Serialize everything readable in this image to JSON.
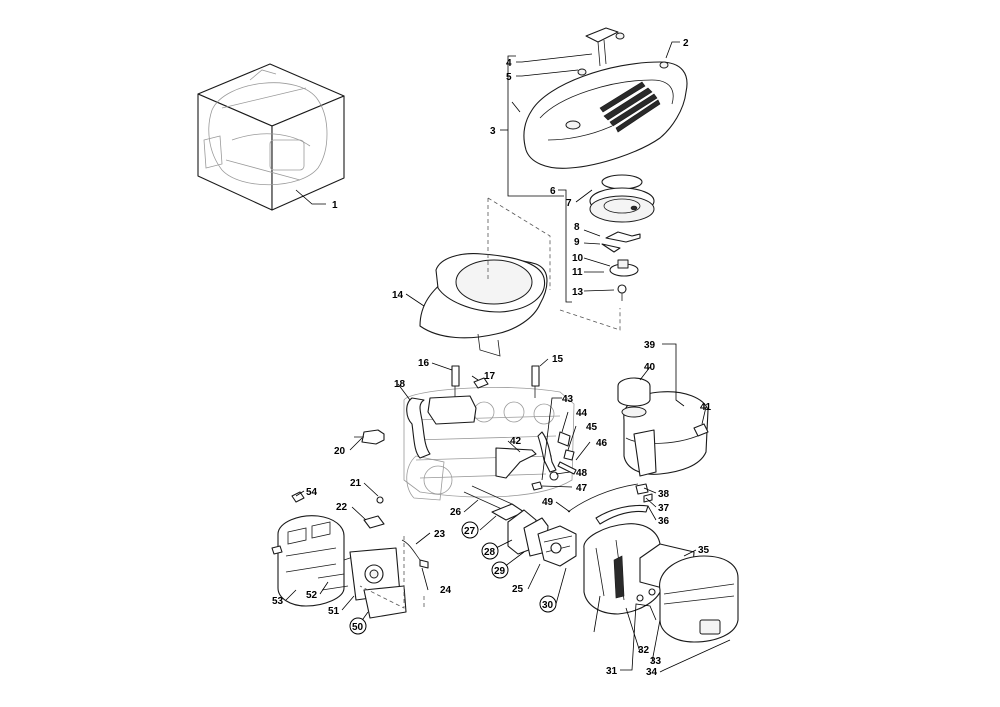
{
  "callouts": [
    {
      "label": "1",
      "circled": false
    },
    {
      "label": "2",
      "circled": false
    },
    {
      "label": "3",
      "circled": false
    },
    {
      "label": "4",
      "circled": false
    },
    {
      "label": "5",
      "circled": false
    },
    {
      "label": "6",
      "circled": false
    },
    {
      "label": "7",
      "circled": false
    },
    {
      "label": "8",
      "circled": false
    },
    {
      "label": "9",
      "circled": false
    },
    {
      "label": "10",
      "circled": false
    },
    {
      "label": "11",
      "circled": false
    },
    {
      "label": "13",
      "circled": false
    },
    {
      "label": "14",
      "circled": false
    },
    {
      "label": "15",
      "circled": false
    },
    {
      "label": "16",
      "circled": false
    },
    {
      "label": "17",
      "circled": false
    },
    {
      "label": "18",
      "circled": false
    },
    {
      "label": "20",
      "circled": false
    },
    {
      "label": "21",
      "circled": false
    },
    {
      "label": "22",
      "circled": false
    },
    {
      "label": "23",
      "circled": false
    },
    {
      "label": "24",
      "circled": false
    },
    {
      "label": "25",
      "circled": false
    },
    {
      "label": "26",
      "circled": false
    },
    {
      "label": "27",
      "circled": true
    },
    {
      "label": "28",
      "circled": true
    },
    {
      "label": "29",
      "circled": true
    },
    {
      "label": "30",
      "circled": true
    },
    {
      "label": "31",
      "circled": false
    },
    {
      "label": "32",
      "circled": false
    },
    {
      "label": "33",
      "circled": false
    },
    {
      "label": "34",
      "circled": false
    },
    {
      "label": "35",
      "circled": false
    },
    {
      "label": "36",
      "circled": false
    },
    {
      "label": "37",
      "circled": false
    },
    {
      "label": "38",
      "circled": false
    },
    {
      "label": "39",
      "circled": false
    },
    {
      "label": "40",
      "circled": false
    },
    {
      "label": "41",
      "circled": false
    },
    {
      "label": "42",
      "circled": false
    },
    {
      "label": "43",
      "circled": false
    },
    {
      "label": "44",
      "circled": false
    },
    {
      "label": "45",
      "circled": false
    },
    {
      "label": "46",
      "circled": false
    },
    {
      "label": "47",
      "circled": false
    },
    {
      "label": "48",
      "circled": false
    },
    {
      "label": "49",
      "circled": false
    },
    {
      "label": "50",
      "circled": true
    },
    {
      "label": "51",
      "circled": false
    },
    {
      "label": "52",
      "circled": false
    },
    {
      "label": "53",
      "circled": false
    },
    {
      "label": "54",
      "circled": false
    }
  ]
}
